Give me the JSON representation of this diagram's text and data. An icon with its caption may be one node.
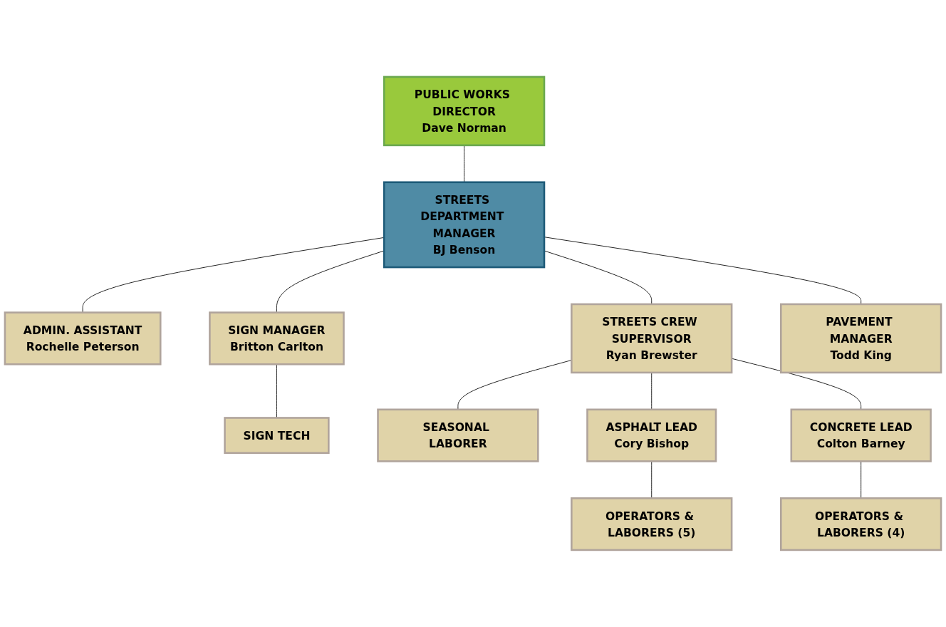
{
  "diagram": {
    "nodes": [
      {
        "text": [
          "PUBLIC WORKS DIRECTOR",
          "Dave Norman"
        ]
      },
      {
        "text": [
          "STREETS DEPARTMENT MANAGER",
          "BJ Benson"
        ]
      },
      {
        "text": [
          "ADMIN. ASSISTANT",
          "Rochelle Peterson"
        ]
      },
      {
        "text": [
          "SIGN MANAGER",
          "Britton Carlton"
        ]
      },
      {
        "text": [
          "STREETS CREW SUPERVISOR",
          "Ryan Brewster"
        ]
      },
      {
        "text": [
          "PAVEMENT MANAGER",
          "Todd King"
        ]
      },
      {
        "text": [
          "SIGN TECH"
        ]
      },
      {
        "text": [
          "SEASONAL LABORER"
        ]
      },
      {
        "text": [
          "ASPHALT LEAD",
          "Cory Bishop"
        ]
      },
      {
        "text": [
          "CONCRETE LEAD",
          "Colton Barney"
        ]
      },
      {
        "text": [
          "OPERATORS & LABORERS (5)"
        ]
      },
      {
        "text": [
          "OPERATORS & LABORERS (4)"
        ]
      }
    ],
    "edges": [
      {
        "from": 0,
        "to": 1,
        "arrow": "none"
      },
      {
        "from": 1,
        "to": 2,
        "arrow": "none"
      },
      {
        "from": 1,
        "to": 3,
        "arrow": "none"
      },
      {
        "from": 1,
        "to": 4,
        "arrow": "none"
      },
      {
        "from": 1,
        "to": 5,
        "arrow": "none"
      },
      {
        "from": 3,
        "to": 6,
        "arrow": "none"
      },
      {
        "from": 4,
        "to": 7,
        "arrow": "none"
      },
      {
        "from": 4,
        "to": 8,
        "arrow": "none"
      },
      {
        "from": 4,
        "to": 9,
        "arrow": "none"
      },
      {
        "from": 8,
        "to": 10,
        "arrow": "none"
      },
      {
        "from": 9,
        "to": 11,
        "arrow": "none"
      }
    ]
  }
}
